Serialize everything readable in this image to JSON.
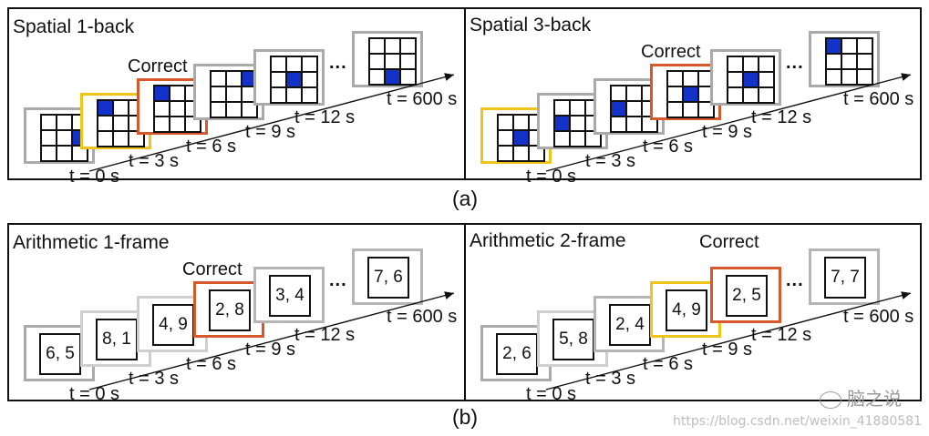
{
  "panels": {
    "a1": {
      "title": "Spatial 1-back"
    },
    "a2": {
      "title": "Spatial 3-back"
    },
    "b1": {
      "title": "Arithmetic 1-frame"
    },
    "b2": {
      "title": "Arithmetic 2-frame"
    }
  },
  "captions": {
    "a": "(a)",
    "b": "(b)"
  },
  "correct_label": "Correct",
  "ellipsis": "...",
  "time_labels": [
    "t = 0 s",
    "t = 3 s",
    "t = 6 s",
    "t = 9 s",
    "t = 12 s",
    "t = 600 s"
  ],
  "spatial_1back": {
    "frames": [
      {
        "lit": [
          1,
          2
        ],
        "border": "gray"
      },
      {
        "lit": [
          0,
          0
        ],
        "border": "yellow"
      },
      {
        "lit": [
          0,
          0
        ],
        "border": "red"
      },
      {
        "lit": [
          0,
          2
        ],
        "border": "gray"
      },
      {
        "lit": [
          1,
          1
        ],
        "border": "gray"
      },
      {
        "lit": [
          2,
          1
        ],
        "border": "gray"
      }
    ]
  },
  "spatial_3back": {
    "frames": [
      {
        "lit": [
          1,
          1
        ],
        "border": "yellow"
      },
      {
        "lit": [
          1,
          0
        ],
        "border": "gray"
      },
      {
        "lit": [
          1,
          0
        ],
        "border": "gray"
      },
      {
        "lit": [
          1,
          1
        ],
        "border": "red"
      },
      {
        "lit": [
          1,
          1
        ],
        "border": "gray"
      },
      {
        "lit": [
          0,
          0
        ],
        "border": "gray"
      }
    ]
  },
  "arith_1frame": {
    "values": [
      "6, 5",
      "8, 1",
      "4, 9",
      "2, 8",
      "3, 4",
      "7, 6"
    ]
  },
  "arith_2frame": {
    "values": [
      "2, 6",
      "5, 8",
      "2, 4",
      "4, 9",
      "2, 5",
      "7, 7"
    ]
  },
  "colors": {
    "yellow": "#f0c419",
    "red": "#d9582b",
    "gray": "#aaaaaa",
    "blue": "#1432c8"
  },
  "watermark": "https://blog.csdn.net/weixin_41880581",
  "wechat_label": "脑之说"
}
